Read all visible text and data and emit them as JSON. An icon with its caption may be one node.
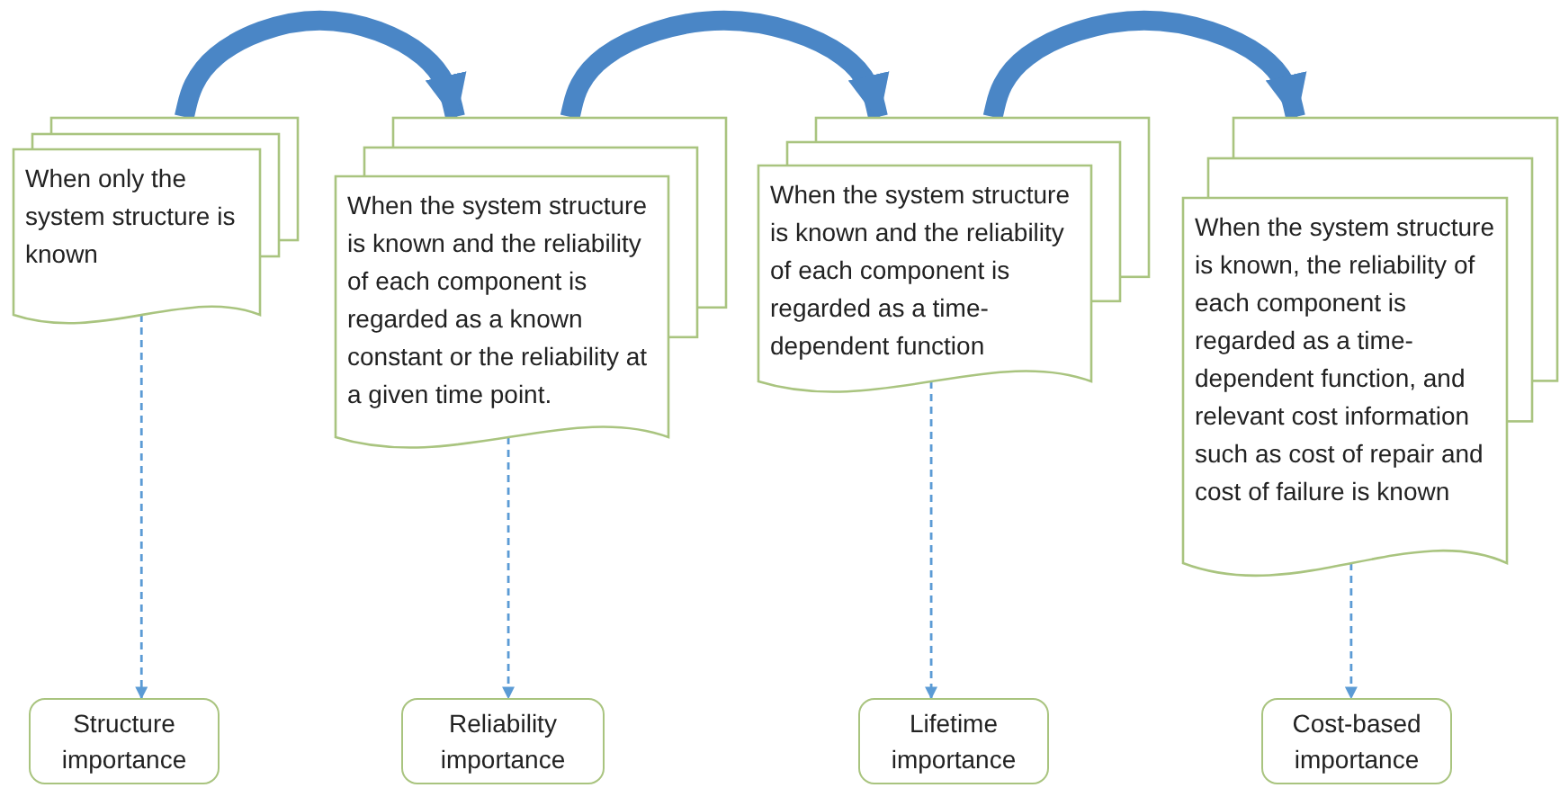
{
  "diagram": {
    "nodes": [
      {
        "text": [
          "When only the system structure is known"
        ]
      },
      {
        "text": [
          "When the system structure is known and the reliability of each component is regarded as a known constant or the reliability at a given time point."
        ]
      },
      {
        "text": [
          "When the system structure is known and the reliability of each component is regarded as a time-dependent function"
        ]
      },
      {
        "text": [
          "When the system structure is known, the reliability of each component is regarded as a time-dependent function, and relevant cost information such as cost of repair and cost of failure is known"
        ]
      },
      {
        "text": [
          "Structure importance"
        ]
      },
      {
        "text": [
          "Reliability importance"
        ]
      },
      {
        "text": [
          "Lifetime importance"
        ]
      },
      {
        "text": [
          "Cost-based importance"
        ]
      }
    ],
    "edges": [
      {
        "from": 0,
        "to": 1,
        "arrow": "to",
        "style": "thick"
      },
      {
        "from": 1,
        "to": 2,
        "arrow": "to",
        "style": "thick"
      },
      {
        "from": 2,
        "to": 3,
        "arrow": "to",
        "style": "thick"
      },
      {
        "from": 0,
        "to": 4,
        "arrow": "to",
        "style": "dashed"
      },
      {
        "from": 1,
        "to": 5,
        "arrow": "to",
        "style": "dashed"
      },
      {
        "from": 2,
        "to": 6,
        "arrow": "to",
        "style": "dashed"
      },
      {
        "from": 3,
        "to": 7,
        "arrow": "to",
        "style": "dashed"
      }
    ]
  }
}
